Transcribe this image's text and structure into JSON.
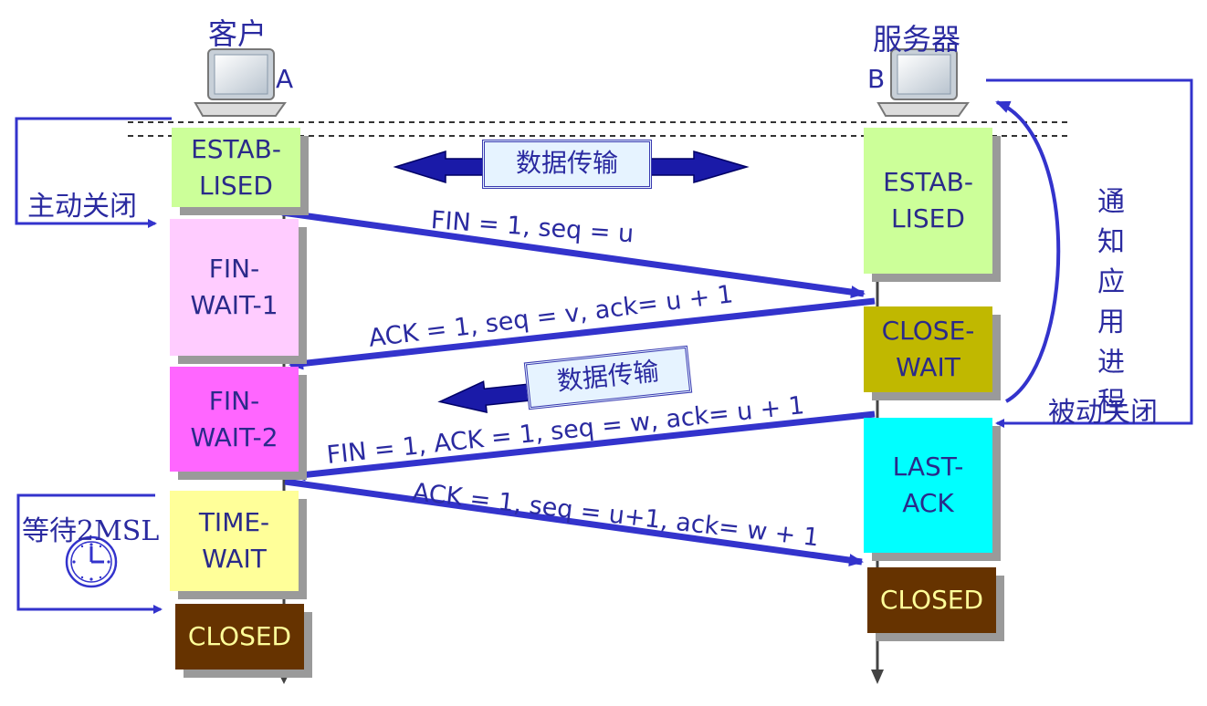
{
  "client": {
    "title": "客户",
    "letter": "A"
  },
  "server": {
    "title": "服务器",
    "letter": "B"
  },
  "side_labels": {
    "active_close": "主动关闭",
    "passive_close": "被动关闭",
    "notify_app": "通知应用进程",
    "wait_2msl": "等待2MSL"
  },
  "data_transfer_label": "数据传输",
  "data_transfer_label_2": "数据传输",
  "client_states": {
    "established": "ESTAB-\nLISED",
    "fin_wait_1": "FIN-\nWAIT-1",
    "fin_wait_2": "FIN-\nWAIT-2",
    "time_wait": "TIME-\nWAIT",
    "closed": "CLOSED"
  },
  "server_states": {
    "established": "ESTAB-\nLISED",
    "close_wait": "CLOSE-\nWAIT",
    "last_ack": "LAST-\nACK",
    "closed": "CLOSED"
  },
  "messages": {
    "m1": "FIN = 1, seq = u",
    "m2": "ACK = 1, seq = v, ack= u + 1",
    "m3": "FIN = 1, ACK = 1, seq = w, ack= u + 1",
    "m4": "ACK = 1, seq = u+1, ack= w + 1"
  },
  "colors": {
    "established": "#ccff99",
    "fin_wait_1": "#ffccff",
    "fin_wait_2": "#ff66ff",
    "time_wait": "#ffff99",
    "close_wait": "#c0b800",
    "last_ack": "#00ffff",
    "closed": "#663300",
    "arrow": "#3333cc"
  }
}
